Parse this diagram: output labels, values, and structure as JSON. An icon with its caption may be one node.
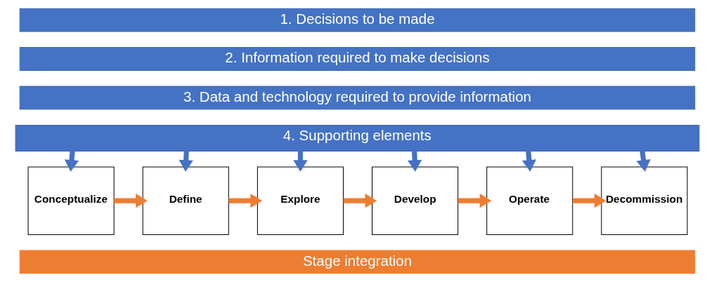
{
  "diagram": {
    "nodes": [
      {
        "text": [
          "1. Decisions to be made"
        ]
      },
      {
        "text": [
          "2. Information required to make decisions"
        ]
      },
      {
        "text": [
          "3. Data and technology required to provide information"
        ]
      },
      {
        "text": [
          "4. Supporting elements"
        ]
      },
      {
        "text": [
          "Conceptualize"
        ]
      },
      {
        "text": [
          "Define"
        ]
      },
      {
        "text": [
          "Explore"
        ]
      },
      {
        "text": [
          "Develop"
        ]
      },
      {
        "text": [
          "Operate"
        ]
      },
      {
        "text": [
          "Decommission"
        ]
      },
      {
        "text": [
          "Stage integration"
        ]
      }
    ],
    "edges": [
      {
        "from": 3,
        "to": 4,
        "arrow": "to"
      },
      {
        "from": 3,
        "to": 5,
        "arrow": "to"
      },
      {
        "from": 3,
        "to": 6,
        "arrow": "to"
      },
      {
        "from": 3,
        "to": 7,
        "arrow": "to"
      },
      {
        "from": 3,
        "to": 8,
        "arrow": "to"
      },
      {
        "from": 3,
        "to": 9,
        "arrow": "to"
      },
      {
        "from": 4,
        "to": 5,
        "arrow": "to",
        "color": "#ed7d31"
      },
      {
        "from": 5,
        "to": 6,
        "arrow": "to",
        "color": "#ed7d31"
      },
      {
        "from": 6,
        "to": 7,
        "arrow": "to",
        "color": "#ed7d31"
      },
      {
        "from": 7,
        "to": 8,
        "arrow": "to",
        "color": "#ed7d31"
      },
      {
        "from": 8,
        "to": 9,
        "arrow": "to",
        "color": "#ed7d31"
      }
    ]
  }
}
